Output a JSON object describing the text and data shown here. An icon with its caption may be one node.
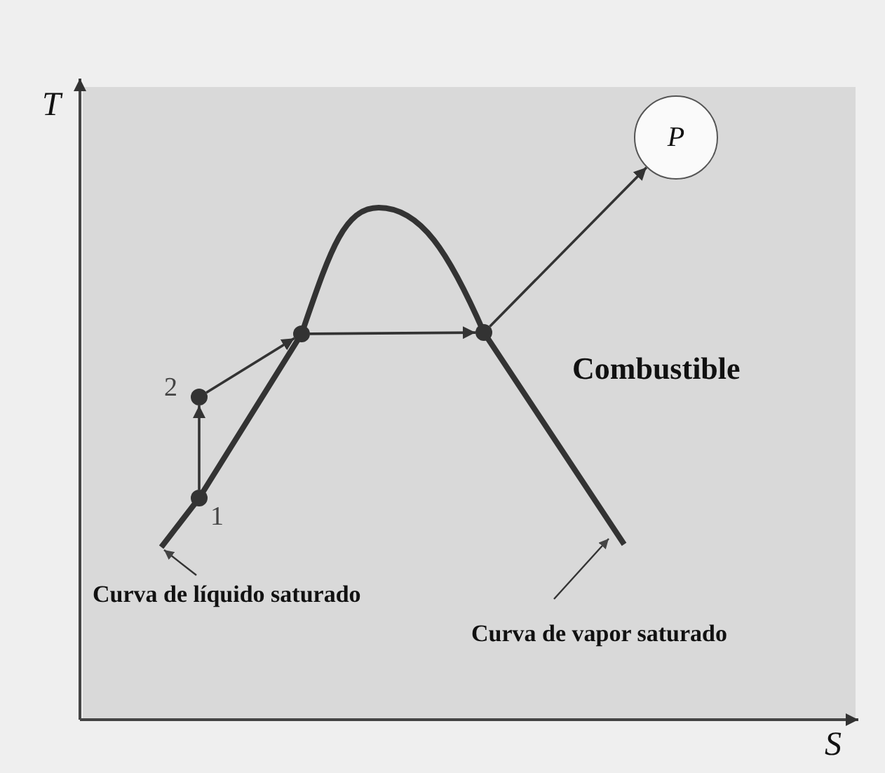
{
  "diagram": {
    "nodes": [
      {
        "text": [
          "P"
        ]
      },
      {
        "text": [],
        "shape": "circle",
        "beside": [
          "1"
        ]
      },
      {
        "text": [],
        "shape": "circle",
        "beside": [
          "2"
        ]
      },
      {
        "text": [],
        "shape": "circle"
      },
      {
        "text": [],
        "shape": "circle"
      },
      {
        "text": [
          "Curva de líquido saturado"
        ]
      },
      {
        "text": [
          "Curva de vapor saturado"
        ]
      }
    ],
    "edges": [
      {
        "from": 1,
        "to": 2,
        "arrow": "to"
      },
      {
        "from": 2,
        "to": 3,
        "arrow": "to"
      },
      {
        "from": 3,
        "to": 4,
        "arrow": "to"
      },
      {
        "from": 4,
        "to": 0,
        "arrow": "to"
      },
      {
        "from": 5,
        "to": null,
        "arrow": "to"
      },
      {
        "from": 6,
        "to": null,
        "arrow": "to"
      }
    ],
    "labels": [
      "T",
      "Combustible",
      "S"
    ]
  }
}
